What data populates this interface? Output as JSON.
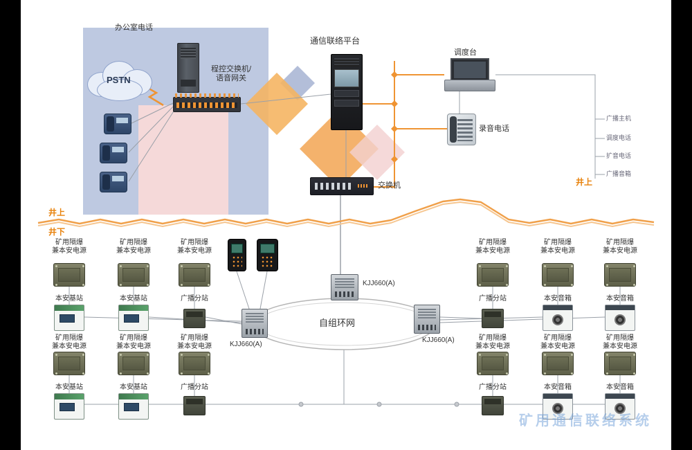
{
  "surface": {
    "above_ground_left": "井上",
    "below_ground_left": "井下",
    "above_ground_right": "井上"
  },
  "top": {
    "office_phone_label": "办公室电话",
    "pstn_label": "PSTN",
    "pbx_line1": "程控交换机/",
    "pbx_line2": "语音网关",
    "platform_label": "通信联络平台",
    "dispatch_label": "调度台",
    "recorder_label": "录音电话",
    "switch_label": "交换机",
    "right_leaf_labels": [
      "广播主机",
      "调度电话",
      "扩音电话",
      "广播音箱"
    ]
  },
  "underground": {
    "ring_label": "自组环网",
    "kjj_center_label": "KJJ660(A)",
    "kjj_left_label": "KJJ660(A)",
    "kjj_right_label": "KJJ660(A)",
    "power_line1": "矿用隔爆",
    "power_line2": "兼本安电源",
    "base_station_label": "本安基站",
    "speaker_label": "本安音箱",
    "branch_label": "广播分站"
  },
  "watermark": "矿用通信联络系统"
}
